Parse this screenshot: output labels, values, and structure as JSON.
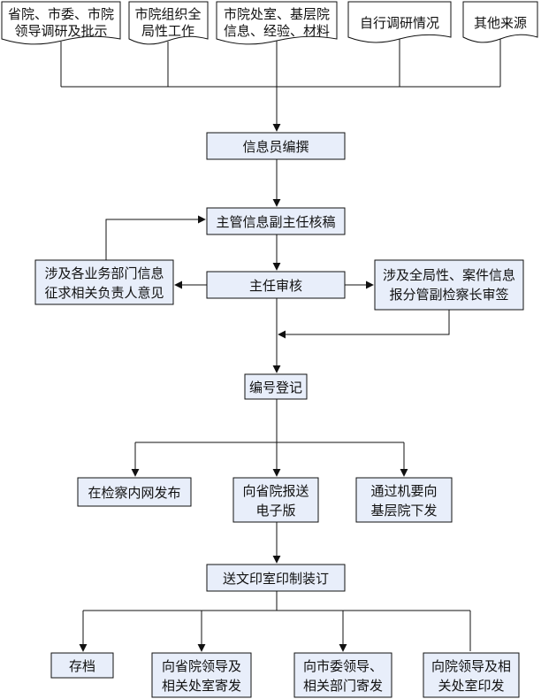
{
  "sources": [
    {
      "lines": [
        "省院、市委、市院",
        "领导调研及批示"
      ]
    },
    {
      "lines": [
        "市院组织全",
        "局性工作"
      ]
    },
    {
      "lines": [
        "市院处室、基层院",
        "信息、经验、材料"
      ]
    },
    {
      "lines": [
        "自行调研情况"
      ]
    },
    {
      "lines": [
        "其他来源"
      ]
    }
  ],
  "steps": {
    "compile": "信息员编撰",
    "deputy_review": "主管信息副主任核稿",
    "director_review": "主任审核",
    "dept_opinion": [
      "涉及各业务部门信息",
      "征求相关负责人意见"
    ],
    "overall_sign": [
      "涉及全局性、案件信息",
      "报分管副检察长审签"
    ],
    "register": "编号登记",
    "intranet": "在检察内网发布",
    "provincial": [
      "向省院报送",
      "电子版"
    ],
    "confidential": [
      "通过机要向",
      "基层院下发"
    ],
    "print": "送文印室印制装订",
    "archive": "存档",
    "mail_provincial": [
      "向省院领导及",
      "相关处室寄发"
    ],
    "mail_municipal": [
      "向市委领导、",
      "相关部门寄发"
    ],
    "print_leaders": [
      "向院领导及相",
      "关处室印发"
    ]
  },
  "colors": {
    "box_fill": "#e8eefa",
    "doc_fill": "#ffffff",
    "stroke": "#111111"
  }
}
